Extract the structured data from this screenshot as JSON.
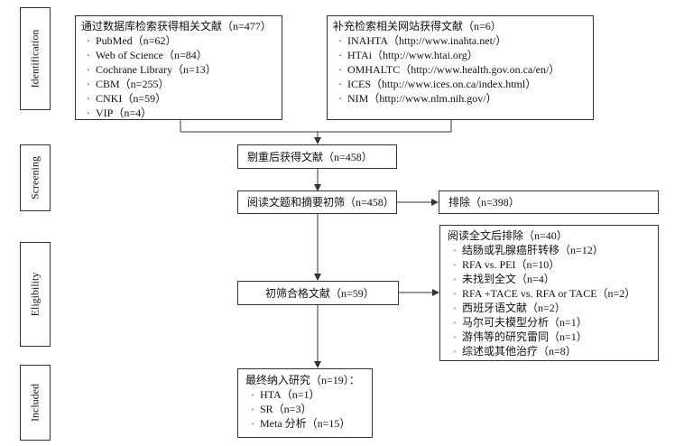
{
  "stages": {
    "identification": "Identification",
    "screening": "Screening",
    "eligibility": "Eligibility",
    "included": "Included"
  },
  "boxes": {
    "databases": {
      "title": "通过数据库检索获得相关文献（n=477）",
      "items": [
        "PubMed（n=62）",
        "Web of Science（n=84）",
        "Cochrane Library（n=13）",
        "CBM（n=255）",
        "CNKI（n=59）",
        "VIP（n=4）"
      ]
    },
    "websites": {
      "title": "补充检索相关网站获得文献（n=6）",
      "items": [
        "INAHTA（http://www.inahta.net/）",
        "HTAi（http://www.htai.org）",
        "OMHALTC（http://www.health.gov.on.ca/en/）",
        "ICES（http://www.ices.on.ca/index.html）",
        "NIM（http://www.nlm.nih.gov/）"
      ]
    },
    "dedup": "剔重后获得文献（n=458）",
    "screen": "阅读文题和摘要初筛（n=458）",
    "excluded_screen": "排除（n=398）",
    "eligible": "初筛合格文献（n=59）",
    "excluded_fulltext": {
      "title": "阅读全文后排除（n=40）",
      "items": [
        "结肠或乳腺癌肝转移（n=12）",
        "RFA vs. PEI（n=10）",
        "未找到全文（n=4）",
        "RFA +TACE vs. RFA or TACE（n=2）",
        "西班牙语文献（n=2）",
        "马尔可夫模型分析（n=1）",
        "游伟等的研究雷同（n=1）",
        "综述或其他治疗（n=8）"
      ]
    },
    "included": {
      "title": "最终纳入研究（n=19）：",
      "items": [
        "HTA（n=1）",
        "SR（n=3）",
        "Meta 分析（n=15）"
      ]
    }
  }
}
